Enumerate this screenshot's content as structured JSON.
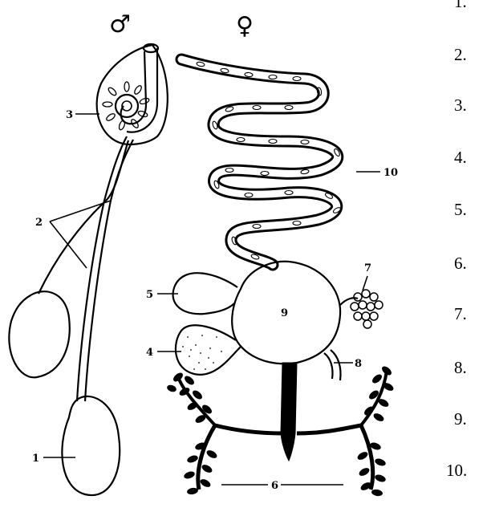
{
  "symbols": {
    "male": "♂",
    "female": "♀"
  },
  "diagram_labels": {
    "l1": "1",
    "l2": "2",
    "l3": "3",
    "l4": "4",
    "l5": "5",
    "l6": "6",
    "l7": "7",
    "l8": "8",
    "l9": "9",
    "l10": "10"
  },
  "legend_numbers": [
    "1.",
    "2.",
    "3.",
    "4.",
    "5.",
    "6.",
    "7.",
    "8.",
    "9.",
    "10."
  ]
}
